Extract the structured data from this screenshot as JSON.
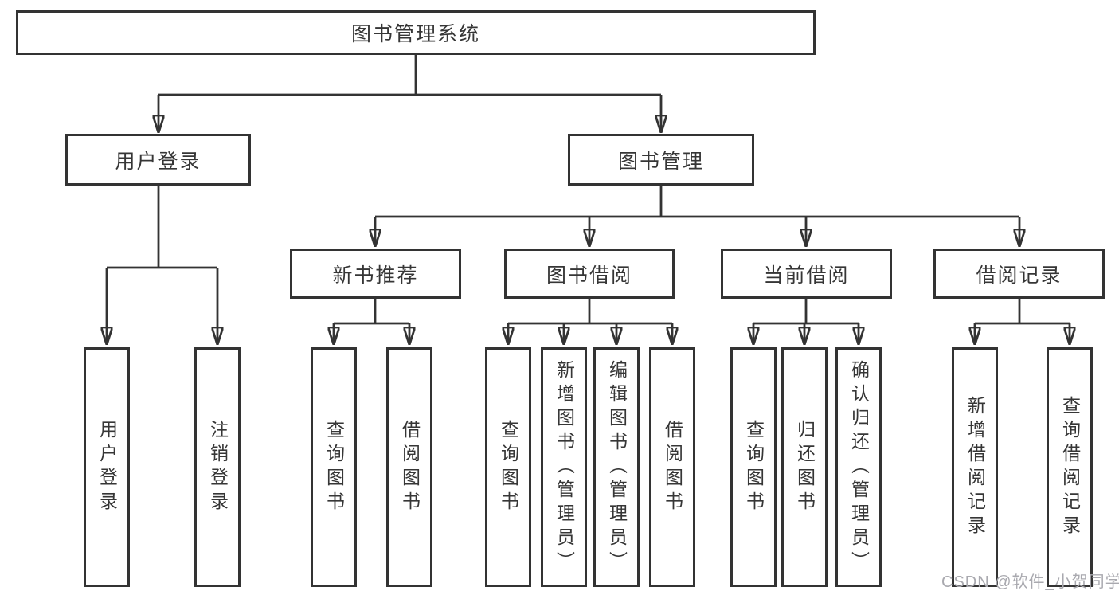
{
  "colors": {
    "border": "#333333",
    "line": "#333333",
    "text": "#363636",
    "bg": "#ffffff",
    "watermark": "#a9a9af"
  },
  "watermark": {
    "text": "CSDN @软件_小贺同学"
  },
  "tree": {
    "root": {
      "label": "图书管理系统",
      "children": [
        {
          "label": "用户登录",
          "children": [
            {
              "label": "用户登录"
            },
            {
              "label": "注销登录"
            }
          ]
        },
        {
          "label": "图书管理",
          "children": [
            {
              "label": "新书推荐",
              "children": [
                {
                  "label": "查询图书"
                },
                {
                  "label": "借阅图书"
                }
              ]
            },
            {
              "label": "图书借阅",
              "children": [
                {
                  "label": "查询图书"
                },
                {
                  "label": "新增图书（管理员）"
                },
                {
                  "label": "编辑图书（管理员）"
                },
                {
                  "label": "借阅图书"
                }
              ]
            },
            {
              "label": "当前借阅",
              "children": [
                {
                  "label": "查询图书"
                },
                {
                  "label": "归还图书"
                },
                {
                  "label": "确认归还（管理员）"
                }
              ]
            },
            {
              "label": "借阅记录",
              "children": [
                {
                  "label": "新增借阅记录"
                },
                {
                  "label": "查询借阅记录"
                }
              ]
            }
          ]
        }
      ]
    }
  }
}
